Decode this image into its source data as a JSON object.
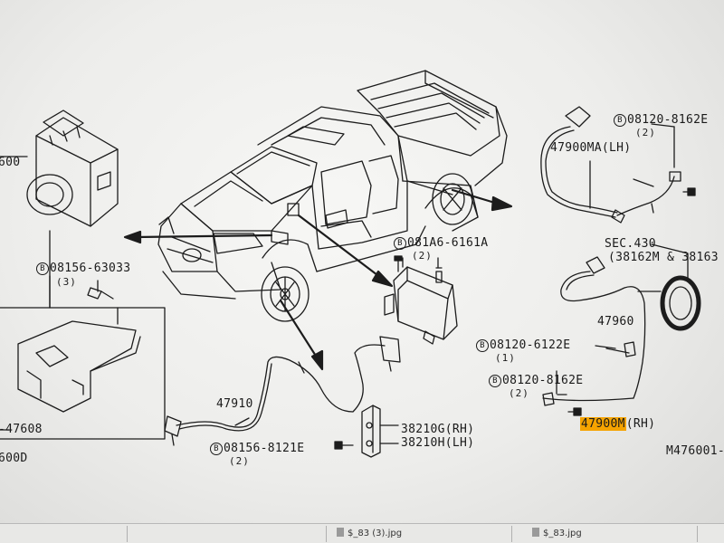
{
  "labels": {
    "part_4760_left": "600",
    "bolt_symbol": "B",
    "bolt_08156_63033": "08156-63033",
    "qty_3": "(3)",
    "part_47608": "-47608",
    "part_600d": "600D",
    "bolt_081a6_6161a": "081A6-6161A",
    "qty_2a": "(2)",
    "part_47910": "47910",
    "bolt_08156_8121e": "08156-8121E",
    "qty_2b": "(2)",
    "part_38210g": "38210G(RH)",
    "part_38210h": "38210H(LH)",
    "bolt_08120_8162e_top": "08120-8162E",
    "qty_2c": "(2)",
    "part_47900ma": "47900MA(LH)",
    "sec_430": "SEC.430",
    "sec_430_refs": "(38162M & 38163",
    "part_47960": "47960",
    "bolt_08120_6122e": "08120-6122E",
    "qty_1": "(1)",
    "bolt_08120_8162e_mid": "08120-8162E",
    "qty_2d": "(2)",
    "part_47900m": "47900M",
    "part_47900m_side": "(RH)",
    "figure_ref": "M476001-"
  },
  "highlight_color": "#f5a300",
  "taskbar": {
    "items": [
      "$_83 (3).jpg",
      "$_83.jpg"
    ]
  }
}
